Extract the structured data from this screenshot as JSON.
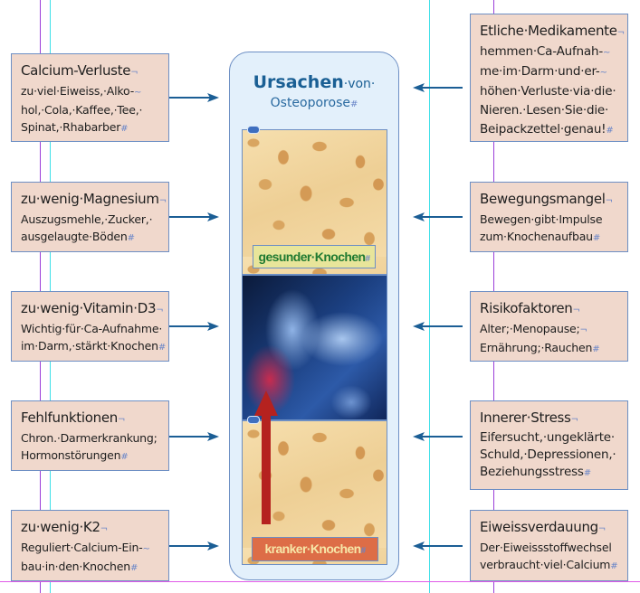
{
  "panel": {
    "title_bold": "Ursachen",
    "title_von": "·von·",
    "title_line2": "Osteoporose",
    "paragraph_mark": "#",
    "images": [
      {
        "name": "healthy-bone-image",
        "label": "gesunder·Knochen",
        "label_bg": "#e8e59a",
        "label_color": "#1f7a31"
      },
      {
        "name": "hip-xray-image"
      },
      {
        "name": "diseased-bone-image",
        "label": "kranker·Knochen",
        "label_bg": "#dd6d47",
        "label_color": "#f7e7a8"
      }
    ]
  },
  "left_boxes": [
    {
      "title": "Calcium-Verluste",
      "lines": [
        "zu·viel·Eiweiss,·Alko-",
        "hol,·Cola,·Kaffee,·Tee,·",
        "Spinat,·Rhabarber"
      ]
    },
    {
      "title": "zu·wenig·Magnesium",
      "lines": [
        "Auszugsmehle,·Zucker,·",
        "ausgelaugte·Böden"
      ]
    },
    {
      "title": "zu·wenig·Vitamin·D3",
      "lines": [
        "Wichtig·für·Ca-Aufnahme·",
        "im·Darm,·stärkt·Knochen"
      ]
    },
    {
      "title": "Fehlfunktionen",
      "lines": [
        "Chron.·Darmerkrankung;",
        "Hormonstörungen"
      ]
    },
    {
      "title": "zu·wenig·K2",
      "lines": [
        "Reguliert·Calcium-Ein-",
        "bau·in·den·Knochen"
      ]
    }
  ],
  "right_boxes": [
    {
      "title": "Etliche·Medikamente",
      "lines": [
        "hemmen·Ca-Aufnah-",
        "me·im·Darm·und·er-",
        "höhen·Verluste·via·die·",
        "Nieren.·Lesen·Sie·die·",
        "Beipackzettel·genau!"
      ]
    },
    {
      "title": "Bewegungsmangel",
      "lines": [
        "Bewegen·gibt·Impulse",
        "zum·Knochenaufbau"
      ]
    },
    {
      "title": "Risikofaktoren",
      "lines": [
        "Alter;·Menopause;",
        "Ernährung;·Rauchen"
      ]
    },
    {
      "title": "Innerer·Stress",
      "lines": [
        "Eifersucht,·ungeklärte·",
        "Schuld,·Depressionen,·",
        "Beziehungsstress"
      ]
    },
    {
      "title": "Eiweissverdauung",
      "lines": [
        "Der·Eiweissstoffwechsel",
        "verbraucht·viel·Calcium"
      ]
    }
  ],
  "marks": {
    "line_break": "¬",
    "hyphen": "~",
    "end": "#"
  },
  "colors": {
    "box_bg": "#f0d8cc",
    "arrow": "#1b5e95",
    "panel_bg": "#e3f0fb",
    "title": "#1a5f94"
  }
}
